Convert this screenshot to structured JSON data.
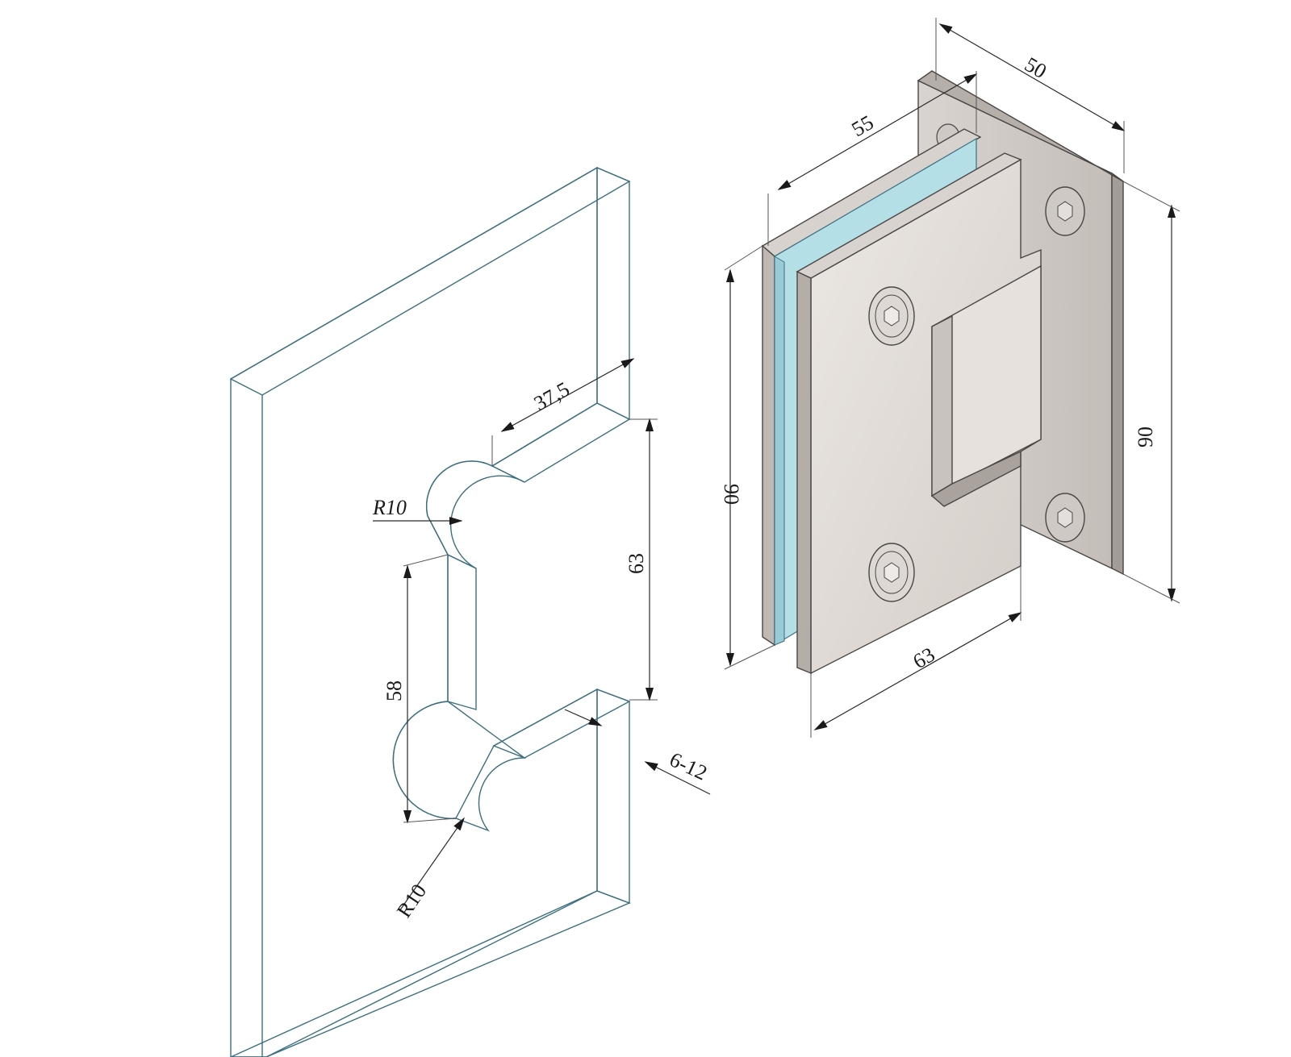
{
  "glass_panel": {
    "dimensions": {
      "cut_depth": "37,5",
      "cut_height": "63",
      "inner_height": "58",
      "radius_top": "R10",
      "radius_bottom": "R10",
      "glass_thickness": "6-12"
    }
  },
  "hinge": {
    "dimensions": {
      "wall_plate_width": "50",
      "glass_clamp_depth": "55",
      "clamp_height": "90",
      "wall_plate_height": "90",
      "clamp_width": "63"
    }
  },
  "colors": {
    "glass_fill": "#aee6f3",
    "glass_edge": "#3c6f80",
    "metal_light": "#e4dfdb",
    "metal_mid": "#cdc7c3",
    "metal_dark": "#9a948f"
  }
}
